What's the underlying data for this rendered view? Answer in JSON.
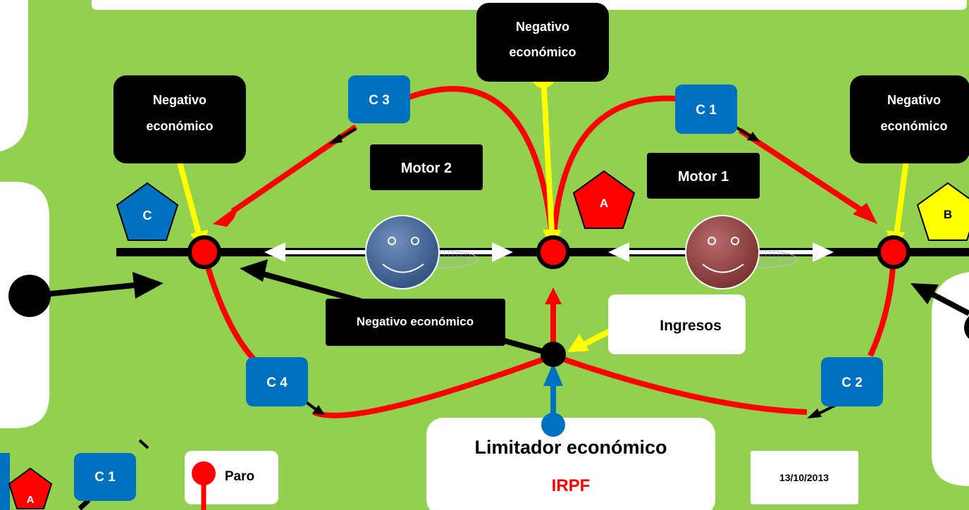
{
  "labels": {
    "negativo_top": [
      "Negativo",
      "económico"
    ],
    "negativo_left": [
      "Negativo",
      "económico"
    ],
    "negativo_right": [
      "Negativo",
      "económico"
    ],
    "negativo_bottom": "Negativo económico",
    "motor1": "Motor  1",
    "motor2": "Motor  2",
    "ingresos": "Ingresos",
    "limitador": "Limitador económico",
    "irpf": "IRPF",
    "date": "13/10/2013",
    "paro": "Paro"
  },
  "cycles": {
    "c1": "C 1",
    "c2": "C 2",
    "c3": "C 3",
    "c4": "C 4",
    "c1_inset": "C 1"
  },
  "nodes": {
    "a": "A",
    "b": "B",
    "c": "C",
    "a_inset": "A"
  },
  "colors": {
    "background": "#92d050",
    "flow": "#ff0000",
    "input": "#ffff00",
    "cycle_box": "#0070c0",
    "label_box": "#000000",
    "irpf": "#ff0000",
    "motor_left": "#3d5f8c",
    "motor_right": "#8b3a3a"
  }
}
